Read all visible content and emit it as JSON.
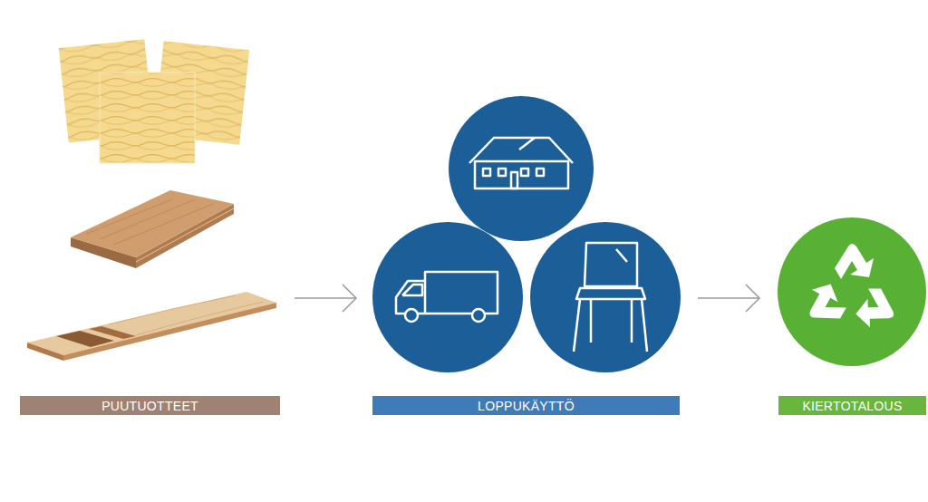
{
  "diagram": {
    "nodes": [
      {
        "text": [
          "PUUTUOTTEET"
        ]
      },
      {
        "text": [
          "LOPPUKÄYTTÖ"
        ]
      },
      {
        "text": [
          "KIERTOTALOUS"
        ]
      }
    ]
  }
}
